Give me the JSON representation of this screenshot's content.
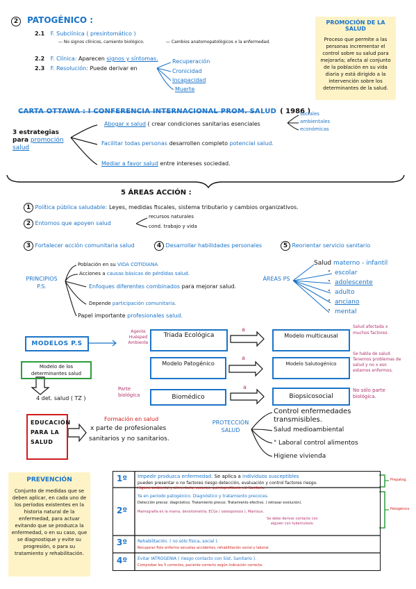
{
  "patogenico": {
    "num": "2",
    "title": "PATOGÉNICO :",
    "l1_num": "2.1",
    "l1_label": "F. Subclínica ( presintomático )",
    "l1_sub_a": "— No signos clínicos, camiento biológico.",
    "l1_sub_b": "— Cambios anatomopatológicos x la enfermedad.",
    "l2_num": "2.2",
    "l2_label": "F. Clínica:",
    "l2_text": "Aparecen",
    "l2_blue": "signos y síntomas.",
    "l3_num": "2.3",
    "l3_label": "F. Resolución:",
    "l3_text": "Puede derivar en",
    "outcomes": [
      "Recuperación",
      "Cronicidad",
      "Incapacidad",
      "Muerte"
    ]
  },
  "promocion": {
    "title": "PROMOCIÓN DE LA SALUD",
    "text": "Proceso que permite a las personas incrementar el control sobre su salud para mejorarla; afecta al conjunto de la población en su vida diaria y está dirigido a la intervención sobre los determinantes de la salud."
  },
  "ottawa": {
    "title": "CARTA OTTAWA :  I CONFERENCIA INTERNACIONAL  PROM. SALUD",
    "year": "( 1986 )",
    "strategies_label_a": "3 estrategias",
    "strategies_label_b": "para",
    "strategies_label_c": "promoción salud",
    "s1_blue": "Abogar x salud",
    "s1_text": "( crear condiciones sanitarias esenciales",
    "s1_opts": [
      "sociales",
      "ambientales",
      "económicas"
    ],
    "s2_blue": "Facilitar todas personas",
    "s2_text": "desarrollen completo",
    "s2_blue2": "potencial salud.",
    "s3_blue": "Mediar a favor salud",
    "s3_text": "entre intereses sociedad."
  },
  "areas_accion": {
    "title": "5 ÁREAS ACCIÓN :",
    "a1_num": "1",
    "a1_blue": "Política pública saludable:",
    "a1_text": "Leyes, medidas fiscales, sistema tributario y cambios organizativos.",
    "a2_num": "2",
    "a2_blue": "Entornos que apoyen salud",
    "a2_opt1": "recursos naturales",
    "a2_opt2": "cond. trabajo y vida",
    "a3_num": "3",
    "a3_blue": "Fortalecer acción comunitaria salud",
    "a4_num": "4",
    "a4_blue": "Desarrollar habilidades personales",
    "a5_num": "5",
    "a5_blue": "Reorientar servicio sanitario"
  },
  "principios": {
    "label": "PRINCIPIOS P.S.",
    "items": [
      {
        "text": "Población en su",
        "blue": "VIDA COTIDIANA"
      },
      {
        "text": "Acciones a",
        "blue": "causas básicas de pérdidas salud."
      },
      {
        "blue": "Enfoques diferentes combinados",
        "text": "para mejorar salud."
      },
      {
        "text": "Depende",
        "blue": "participación comunitaria."
      },
      {
        "text": "Papel importante",
        "blue": "profesionales salud."
      }
    ]
  },
  "areas_ps": {
    "label": "ÁREAS PS",
    "head": "Salud",
    "items": [
      "materno - infantil",
      "escolar",
      "adolescente",
      "adulto",
      "anciano",
      "mental"
    ]
  },
  "modelos": {
    "label": "MODELOS P.S",
    "sub_label": "Modelo de los determinantes salud",
    "det_label": "4 det. salud ( TZ )",
    "agents": "Agente Huésped Ambiente",
    "m1_left": "Triada Ecológica",
    "m1_right": "Modelo multicausal",
    "m1_note": "Salud afectada x muchos factores",
    "m2_left": "Modelo Patogénico",
    "m2_right": "Modelo Salutogénico",
    "m2_note": "Se habla de salud. Tenemos problemas de salud y no x eso estamos enfermos.",
    "m3_pre": "Parte biológica",
    "m3_left": "Biomédico",
    "m3_right": "Biopsicosocial",
    "m3_note": "No sólo parte biológica.",
    "arrow_a": "a"
  },
  "educacion": {
    "label": "EDUCACIÓN PARA LA SALUD",
    "red": "Formación en salud",
    "line1": "x parte de profesionales",
    "line2": "sanitarios y no sanitarios."
  },
  "proteccion": {
    "label": "PROTECCIÓN SALUD",
    "items": [
      "Control enfermedades transmisibles.",
      "Salud medioambiental",
      "\" Laboral    control alimentos",
      "Higiene vivienda"
    ]
  },
  "prevencion": {
    "title": "PREVENCIÓN",
    "text": "Conjunto de medidas que se deben aplicar, en cada uno de los períodos existentes en la historia natural de la enfermedad, para actuar evitando que se produzca la enfermedad, o en su caso, que se diagnostique y evite su progresión, o para su tratamiento y rehabilitación."
  },
  "niveles": {
    "rows": [
      {
        "num": "1º",
        "l1a": "Impedir produzca enfermedad.",
        "l1b": "Se aplica a",
        "l1c": "individuos susceptibles",
        "l2": "pueden presentar o no factores riesgo detección, evaluación y control factores riesgo.",
        "l3": "Higiene ambiental y alimentaria, vacunas, quimioprofilaxis, ed. Sanitaria.",
        "side": "Prepatog."
      },
      {
        "num": "2º",
        "l1": "Ya en periodo patogénico. Diagnóstico y tratamiento precoces.",
        "l2": "Detección precoz. diagnóstico.   Tratamiento precoz.   Tratamiento efectivo. ( retrasar evolución).",
        "l3": "Mamografía en la mama, densitometría, ECGs ( osteoporosis ), Mantoux.",
        "l4": "Se debe derivar contacto con alguien con tuberculosis.",
        "side": "Patogénico"
      },
      {
        "num": "3º",
        "l1": "Rehabilitación. ( no sólo física, social ).",
        "l2": "Recuperar fisio enfermo secuelas accidentes, rehabilitación social y laboral."
      },
      {
        "num": "4º",
        "l1": "Evitar IATROGENIA ( riesgo contacto con Sist. Sanitario ).",
        "l2": "Comprobar los 5 correctos, paciente correcto según indicación correcta."
      }
    ]
  }
}
